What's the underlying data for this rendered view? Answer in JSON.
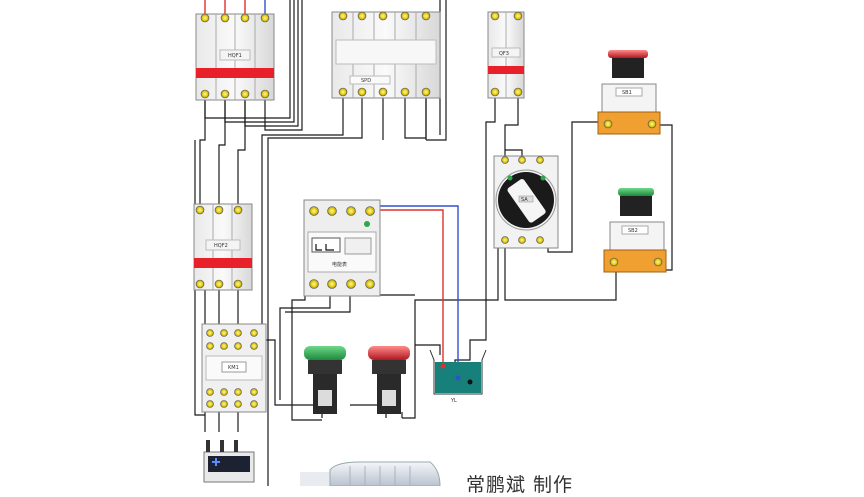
{
  "diagram": {
    "breaker_top": "HQF1",
    "breaker_mid": "HQF2",
    "breaker_small": "QF3",
    "spd_label": "SPD",
    "meter_label": "电能表",
    "contactor_label": "KM1",
    "switch_label": "SA",
    "button_top": "SB1",
    "button_bottom": "SB2",
    "level_label": "YL",
    "credit": "常鹏斌  制作"
  },
  "colors": {
    "breaker_red": "#e8202a",
    "lamp_green": "#27a84a",
    "lamp_red": "#d9232d",
    "wire_red": "#e03030",
    "wire_blue": "#3050d0",
    "terminal_yellow": "#e8d21a",
    "teal_box": "#17807a",
    "orange_base": "#f0a030"
  }
}
